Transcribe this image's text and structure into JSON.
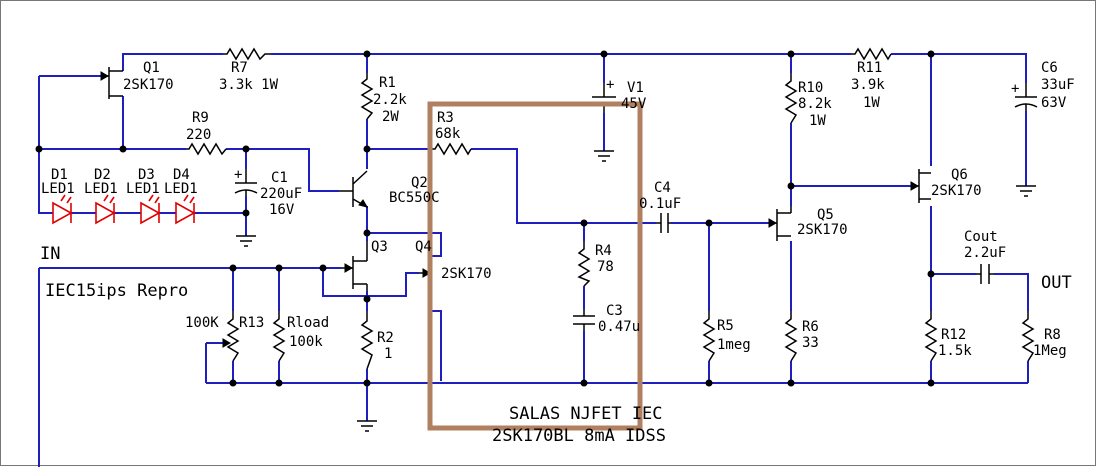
{
  "labels": {
    "q1": "Q1",
    "q1_part": "2SK170",
    "r7": "R7",
    "r7_val": "3.3k 1W",
    "r1": "R1",
    "r1_val": "2.2k",
    "r1_watt": "2W",
    "v1": "V1",
    "v1_val": "45V",
    "r10": "R10",
    "r10_val": "8.2k",
    "r10_watt": "1W",
    "r11": "R11",
    "r11_val": "3.9k",
    "r11_watt": "1W",
    "c6": "C6",
    "c6_val": "33uF",
    "c6_volt": "63V",
    "r9": "R9",
    "r9_val": "220",
    "r3": "R3",
    "r3_val": "68k",
    "d1": "D1",
    "d2": "D2",
    "d3": "D3",
    "d4": "D4",
    "led1": "LED1",
    "led2": "LED1",
    "led3": "LED1",
    "led4": "LED1",
    "c1": "C1",
    "c1_val": "220uF",
    "c1_volt": "16V",
    "q2": "Q2",
    "q2_part": "BC550C",
    "c4": "C4",
    "c4_val": "0.1uF",
    "q6": "Q6",
    "q6_part": "2SK170",
    "q5": "Q5",
    "q5_part": "2SK170",
    "q3": "Q3",
    "q4": "Q4",
    "q34_part": "2SK170",
    "r4": "R4",
    "r4_val": "78",
    "c3": "C3",
    "c3_val": "0.47u",
    "cout": "Cout",
    "cout_val": "2.2uF",
    "r13": "R13",
    "r13_val": "100K",
    "rload": "Rload",
    "rload_val": "100k",
    "r2": "R2",
    "r2_val": "1",
    "r5": "R5",
    "r5_val": "1meg",
    "r6": "R6",
    "r6_val": "33",
    "r12": "R12",
    "r12_val": "1.5k",
    "r8": "R8",
    "r8_val": "1Meg",
    "in": "IN",
    "out": "OUT",
    "iec": "IEC15ips Repro",
    "salas": "SALAS NJFET IEC",
    "idss": "2SK170BL 8mA IDSS"
  },
  "colors": {
    "wire": "#1f1fbf",
    "component": "#000000",
    "led": "#e00000",
    "highlight_box": "#b08060"
  }
}
